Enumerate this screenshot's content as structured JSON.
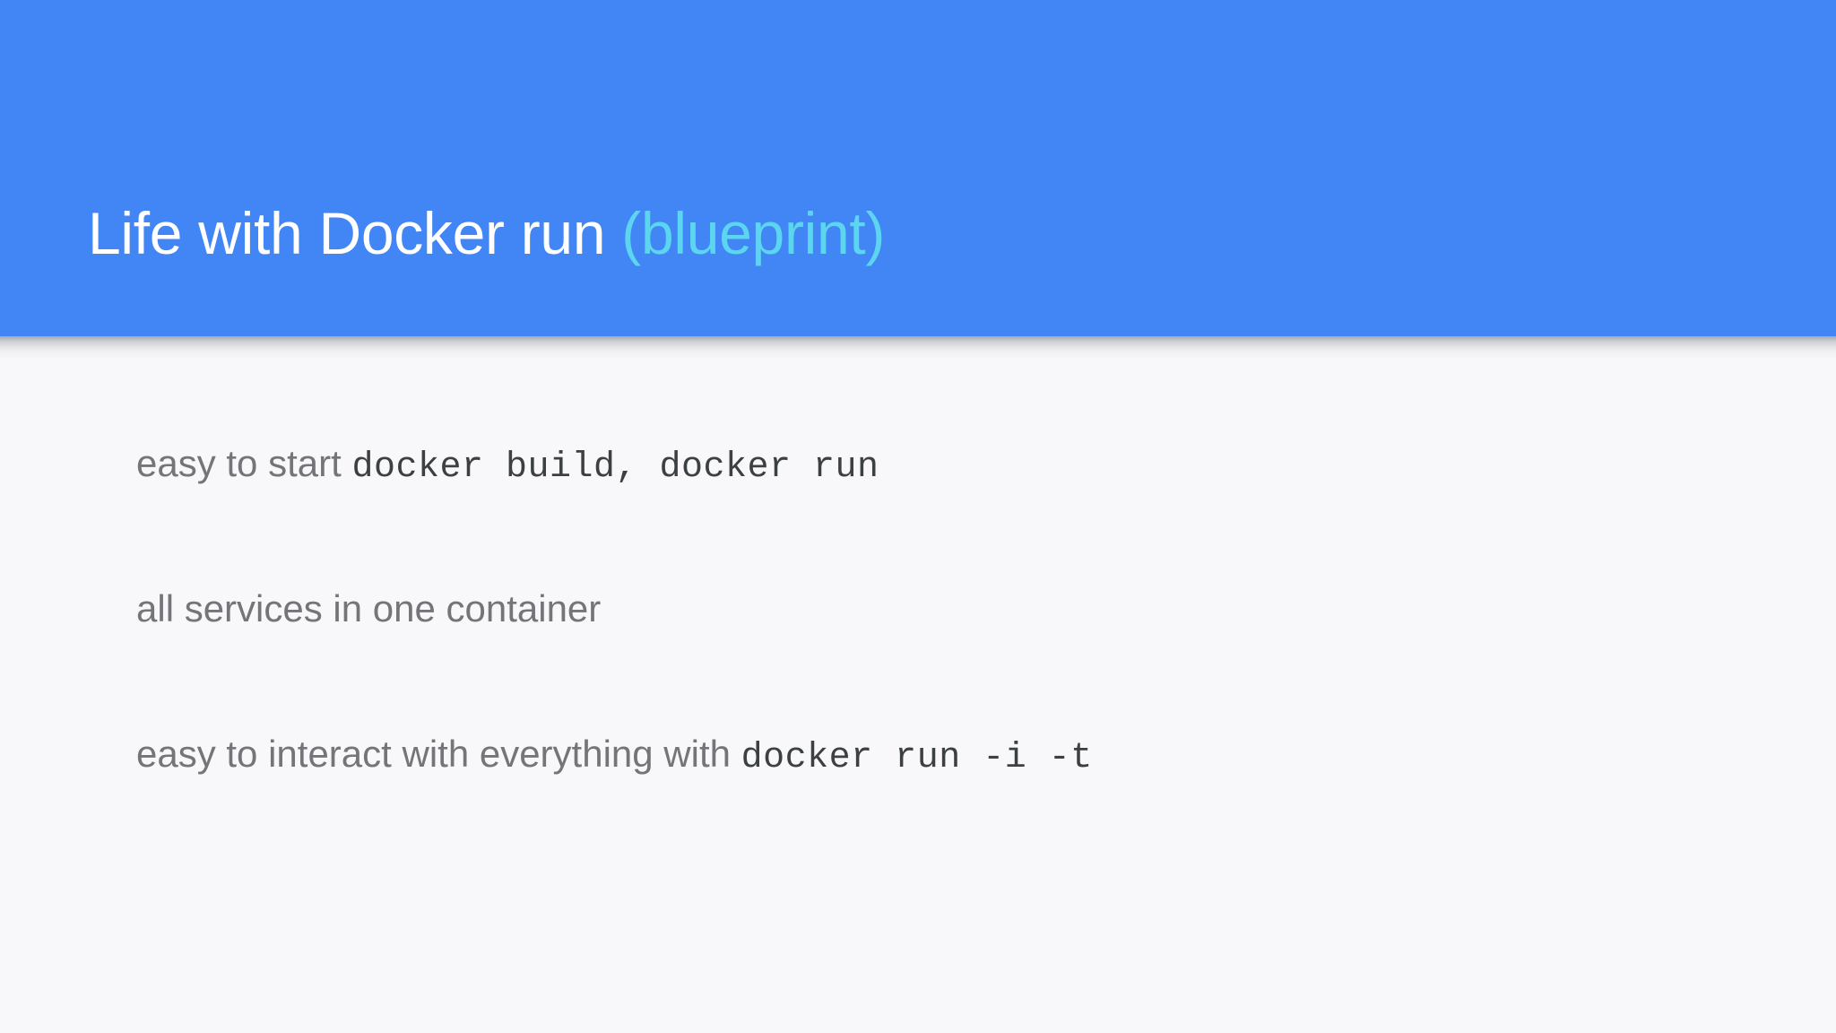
{
  "slide": {
    "header": {
      "background_color": "#4285f4",
      "title_main": "Life with Docker run ",
      "title_accent": "(blueprint)",
      "title_main_color": "#ffffff",
      "title_accent_color": "#5cd6f0"
    },
    "body": {
      "background_color": "#f8f7fa",
      "text_color": "#757579",
      "code_color": "#3c4043",
      "bullets": [
        {
          "text": "easy to start ",
          "code": "docker build, docker run",
          "trailing_text": ""
        },
        {
          "text": "all services in one container",
          "code": "",
          "trailing_text": ""
        },
        {
          "text": "easy to interact with everything with ",
          "code": "docker run -i -t",
          "trailing_text": ""
        }
      ]
    }
  }
}
